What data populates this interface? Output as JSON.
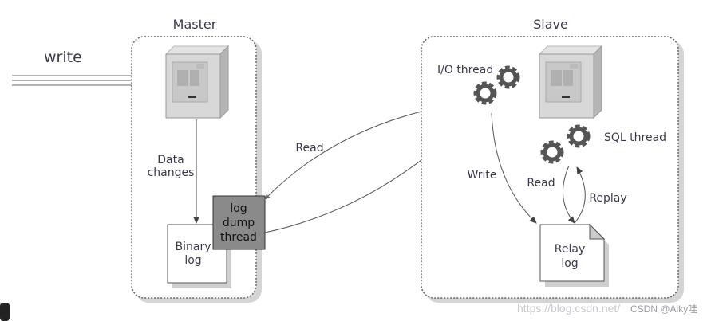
{
  "input_label": "write",
  "master": {
    "title": "Master",
    "data_changes": [
      "Data",
      "changes"
    ],
    "binary_log": [
      "Binary",
      "log"
    ],
    "log_dump_thread": [
      "log",
      "dump",
      "thread"
    ]
  },
  "slave": {
    "title": "Slave",
    "io_thread": "I/O thread",
    "sql_thread": "SQL thread",
    "write": "Write",
    "read": "Read",
    "replay": "Replay",
    "relay_log": [
      "Relay",
      "log"
    ]
  },
  "read_label": "Read",
  "watermark": {
    "url": "https://blog.csdn.net/",
    "author": "CSDN @Aiky哇"
  },
  "colors": {
    "box_border": "#666666",
    "dump_thread_fill": "#8a8a8a",
    "gear": "#555555",
    "text": "#3a3a4a"
  }
}
